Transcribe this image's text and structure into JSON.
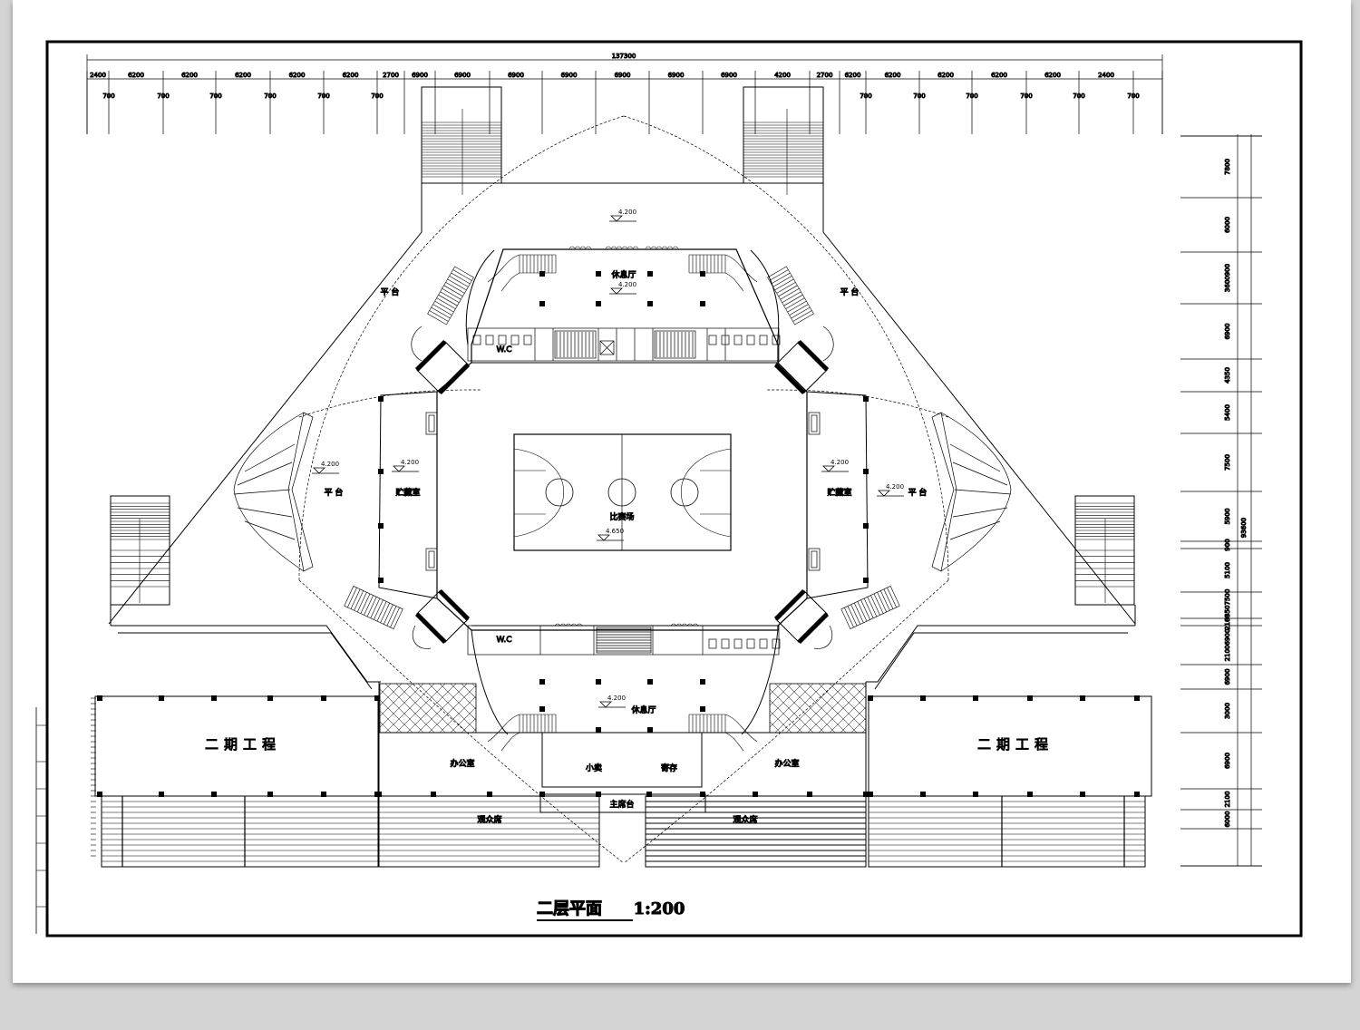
{
  "overall_width": "137300",
  "overall_depth": "93600",
  "top_dims": [
    "2400",
    "6200",
    "6200",
    "6200",
    "6200",
    "6200",
    "2700",
    "6900",
    "6900",
    "6900",
    "6900",
    "6900",
    "6900",
    "6900",
    "4200",
    "2700",
    "6200",
    "6200",
    "6200",
    "6200",
    "6200",
    "2400"
  ],
  "top_sub_dims": [
    "700",
    "700",
    "700",
    "700",
    "700",
    "700",
    "700",
    "700",
    "700",
    "700",
    "700",
    "700"
  ],
  "right_dims": [
    "7800",
    "6000",
    "3600900",
    "6900",
    "4350",
    "5400",
    "7500",
    "5900",
    "900",
    "5100",
    "33507500",
    "2100",
    "21006900",
    "6900",
    "3000",
    "6900",
    "2100",
    "6000"
  ],
  "elevations": {
    "upper_plaza": "4.200",
    "north_lounge": "4.200",
    "west_platform": "4.200",
    "west_storage": "4.200",
    "east_storage": "4.200",
    "east_platform": "4.200",
    "south_lounge": "4.200",
    "arena": "4.650"
  },
  "rooms": {
    "platform_nw": "平 台",
    "platform_ne": "平 台",
    "lounge_north": "休息厅",
    "wc_north": "W.C",
    "wc_south": "W.C",
    "platform_w": "平 台",
    "platform_e": "平 台",
    "storage_w": "贮藏室",
    "storage_e": "贮藏室",
    "arena": "比赛场",
    "lounge_south": "休息厅",
    "phase2_left": "二期工程",
    "phase2_right": "二期工程",
    "office_left": "办公室",
    "office_right": "办公室",
    "kiosk": "小卖",
    "storage_small": "寄存",
    "rostrum": "主席台",
    "stands_left": "观众席",
    "stands_right": "观众席"
  },
  "drawing_title": "二层平面",
  "scale": "1:200"
}
